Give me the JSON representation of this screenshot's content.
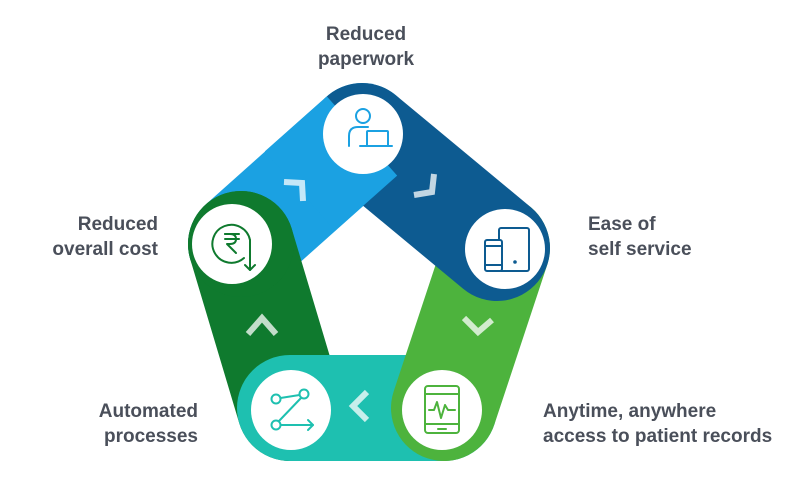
{
  "diagram": {
    "items": [
      {
        "id": "paperwork",
        "lines": [
          "Reduced",
          "paperwork"
        ],
        "icon": "person-laptop-icon",
        "color": "#1ba1e2"
      },
      {
        "id": "self-service",
        "lines": [
          "Ease of",
          "self service"
        ],
        "icon": "mobile-tablet-icon",
        "color": "#0d5b91"
      },
      {
        "id": "patient-records",
        "lines": [
          "Anytime, anywhere",
          "access to patient records"
        ],
        "icon": "medical-monitor-icon",
        "color": "#4db33d"
      },
      {
        "id": "automated",
        "lines": [
          "Automated",
          "processes"
        ],
        "icon": "workflow-nodes-icon",
        "color": "#1ec0b0"
      },
      {
        "id": "overall-cost",
        "lines": [
          "Reduced",
          "overall cost"
        ],
        "icon": "rupee-down-icon",
        "color": "#0f7a2e"
      }
    ],
    "arrow_color": "#ffffff",
    "circle_fill": "#ffffff"
  }
}
